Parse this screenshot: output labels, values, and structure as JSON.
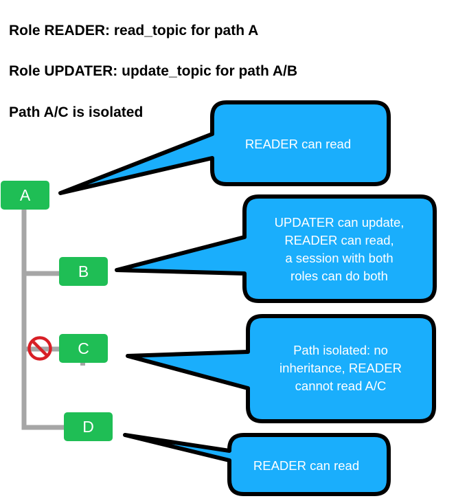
{
  "headings": {
    "reader_role": "Role READER: read_topic for path A",
    "updater_role": "Role UPDATER: update_topic for path A/B",
    "isolated_path": "Path A/C is isolated"
  },
  "nodes": {
    "a": "A",
    "b": "B",
    "c": "C",
    "d": "D"
  },
  "callouts": {
    "a": [
      "READER can read"
    ],
    "b": [
      "UPDATER can update,",
      "READER can read,",
      "a session with both",
      "roles can do both"
    ],
    "c": [
      "Path isolated: no",
      "inheritance, READER",
      "cannot read A/C"
    ],
    "d": [
      "READER can read"
    ]
  },
  "icons": {
    "blocked": "prohibited-icon"
  },
  "colors": {
    "node_fill": "#1fbe55",
    "callout_fill": "#1aaefc",
    "callout_stroke": "#000000",
    "tree_line": "#a6a6a6",
    "prohibited": "#d81f26"
  }
}
